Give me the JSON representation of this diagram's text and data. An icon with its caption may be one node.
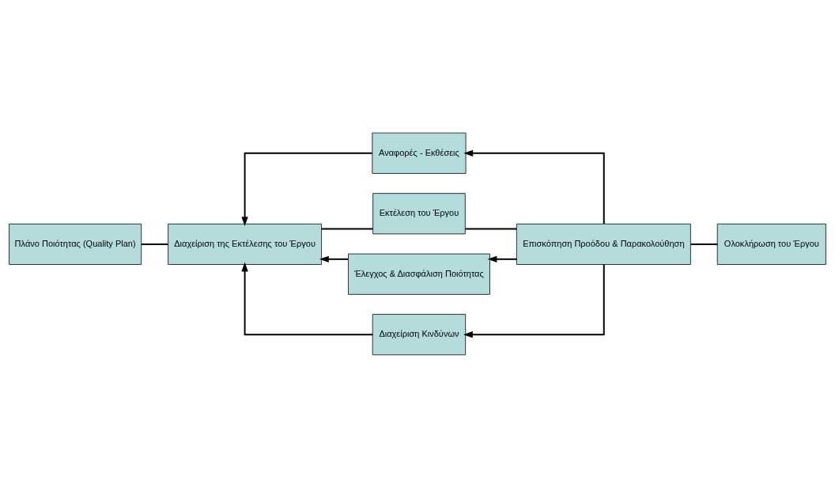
{
  "diagram": {
    "nodes": [
      {
        "text": [
          "Αναφορές - Εκθέσεις"
        ]
      },
      {
        "text": [
          "Πλάνο Ποιότητας (Quality Plan)"
        ]
      },
      {
        "text": [
          "Διαχείριση της Εκτέλεσης του Έργου"
        ]
      },
      {
        "text": [
          "Εκτέλεση του Έργου"
        ]
      },
      {
        "text": [
          "Επισκόπηση Προόδου & Παρακολούθηση"
        ]
      },
      {
        "text": [
          "Ολοκλήρωση του Έργου"
        ]
      },
      {
        "text": [
          "Έλεγχος & Διασφάλιση Ποιότητας"
        ]
      },
      {
        "text": [
          "Διαχείριση Κινδύνων"
        ]
      }
    ],
    "edges": [
      {
        "from": 1,
        "to": 2,
        "arrow": "none"
      },
      {
        "from": 2,
        "to": 3,
        "arrow": "none"
      },
      {
        "from": 3,
        "to": 4,
        "arrow": "none"
      },
      {
        "from": 4,
        "to": 5,
        "arrow": "none"
      },
      {
        "from": 4,
        "to": 0,
        "arrow": "to"
      },
      {
        "from": 0,
        "to": 2,
        "arrow": "to"
      },
      {
        "from": 4,
        "to": 6,
        "arrow": "to"
      },
      {
        "from": 4,
        "to": 7,
        "arrow": "to"
      },
      {
        "from": 6,
        "to": 2,
        "arrow": "to"
      },
      {
        "from": 7,
        "to": 2,
        "arrow": "to"
      }
    ]
  }
}
